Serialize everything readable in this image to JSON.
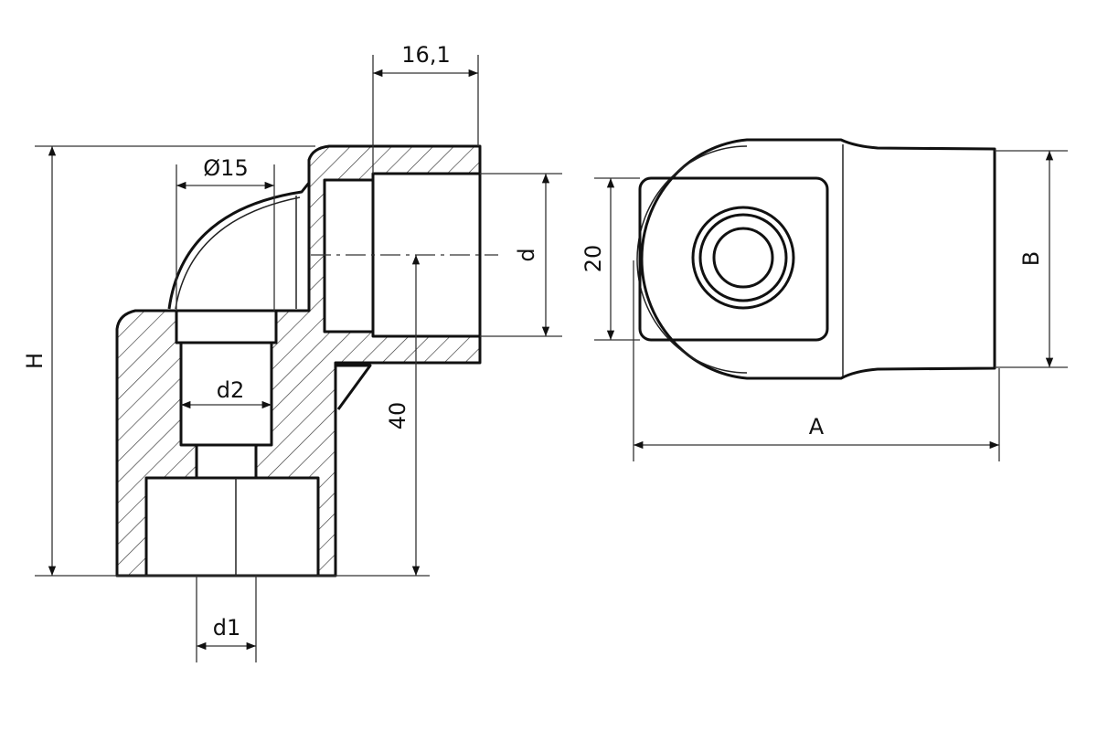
{
  "title": "Elbow fitting technical drawing",
  "dimensions": {
    "top_width": "16,1",
    "diameter": "Ø15",
    "bore_d": "d",
    "height_H": "H",
    "bore_d2": "d2",
    "axis_height": "40",
    "bore_d1": "d1",
    "side_height": "20",
    "width_B": "B",
    "length_A": "A"
  },
  "colors": {
    "line": "#111111",
    "hatch": "#333333",
    "background": "#ffffff"
  }
}
